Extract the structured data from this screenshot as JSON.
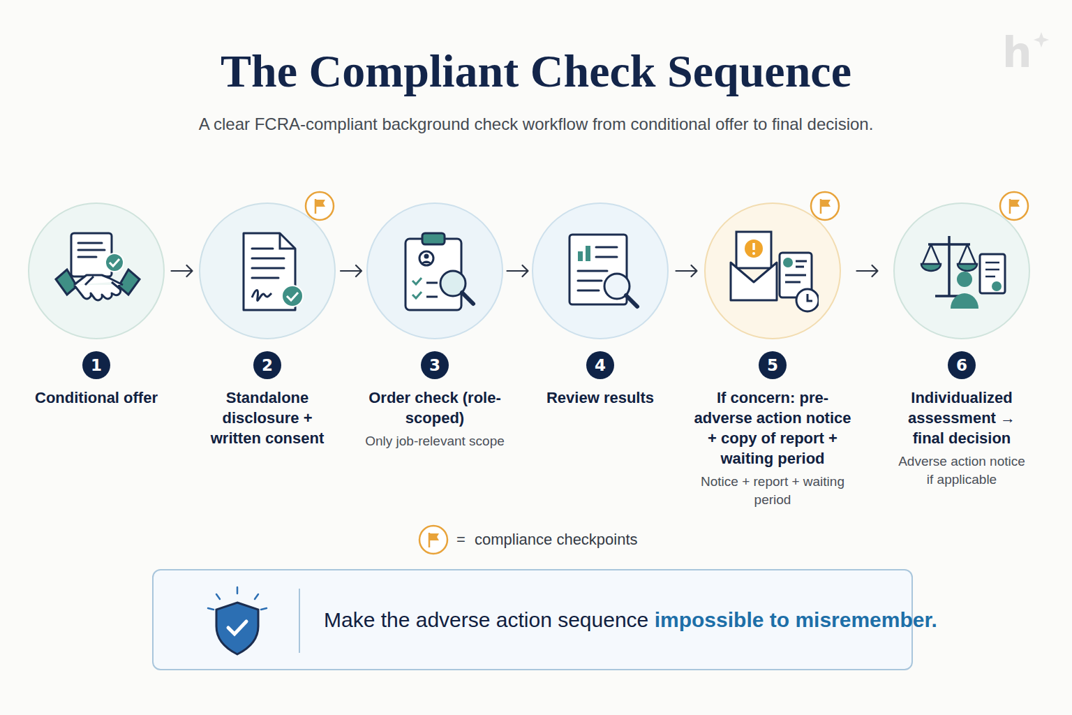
{
  "diagram": {
    "title": "The Compliant Check Sequence",
    "caption": "A clear FCRA-compliant background check workflow from conditional offer to final decision.",
    "nodes": [
      {
        "text": [
          "1",
          "Conditional offer"
        ]
      },
      {
        "text": [
          "2",
          "Standalone disclosure + written consent"
        ]
      },
      {
        "text": [
          "3",
          "Order check (role-scoped)",
          "Only job-relevant scope"
        ]
      },
      {
        "text": [
          "4",
          "Review results"
        ]
      },
      {
        "text": [
          "5",
          "If concern: pre-adverse action notice + copy of report + waiting period",
          "Notice + report + waiting period"
        ]
      },
      {
        "text": [
          "6",
          "Individualized assessment → final decision",
          "Adverse action notice if applicable"
        ]
      },
      {
        "text": [
          "Make the adverse action sequence",
          "impossible to misremember."
        ]
      }
    ],
    "edges": [
      {
        "from": 0,
        "to": 1,
        "arrow": "to"
      },
      {
        "from": 1,
        "to": 2,
        "arrow": "to"
      },
      {
        "from": 2,
        "to": 3,
        "arrow": "to"
      },
      {
        "from": 3,
        "to": 4,
        "arrow": "to"
      },
      {
        "from": 4,
        "to": 5,
        "arrow": "to"
      }
    ],
    "labels": [
      "=",
      "h"
    ],
    "legend": [
      {
        "text": "compliance checkpoints"
      }
    ]
  }
}
